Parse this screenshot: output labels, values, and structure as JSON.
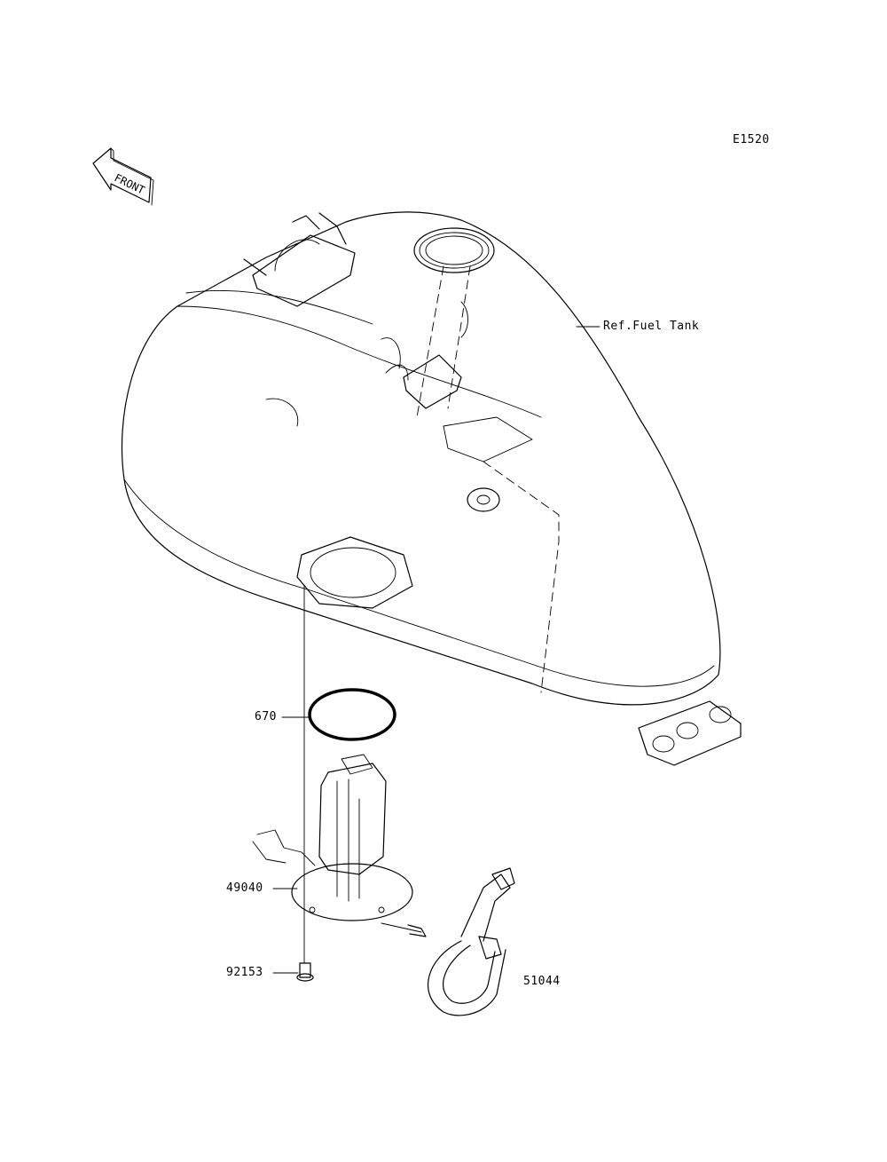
{
  "diagram_code": "E1520",
  "front_label": "FRONT",
  "labels": {
    "fuel_tank_ref": "Ref.Fuel Tank",
    "gasket": "670",
    "fuel_pump": "49040",
    "bolt": "92153",
    "hose": "51044"
  },
  "icons": [
    "front-arrow-icon"
  ]
}
